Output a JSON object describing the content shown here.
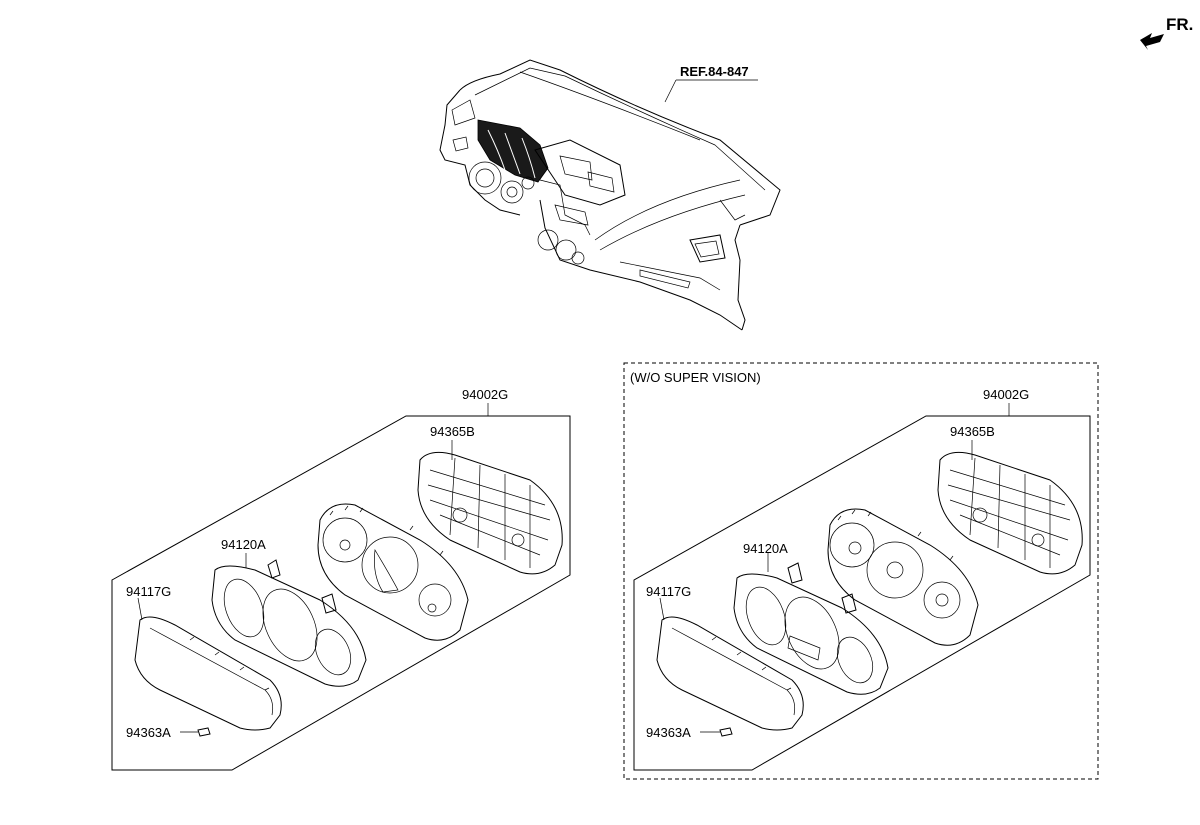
{
  "header": {
    "front_indicator": "FR.",
    "reference": "REF.84-847"
  },
  "left_group": {
    "assembly": "94002G",
    "back_case": "94365B",
    "window_case": "94120A",
    "lens_glass": "94117G",
    "knob": "94363A"
  },
  "right_group": {
    "variant_note": "(W/O SUPER VISION)",
    "assembly": "94002G",
    "back_case": "94365B",
    "window_case": "94120A",
    "lens_glass": "94117G",
    "knob": "94363A"
  },
  "colors": {
    "line": "#000000",
    "background": "#ffffff"
  }
}
